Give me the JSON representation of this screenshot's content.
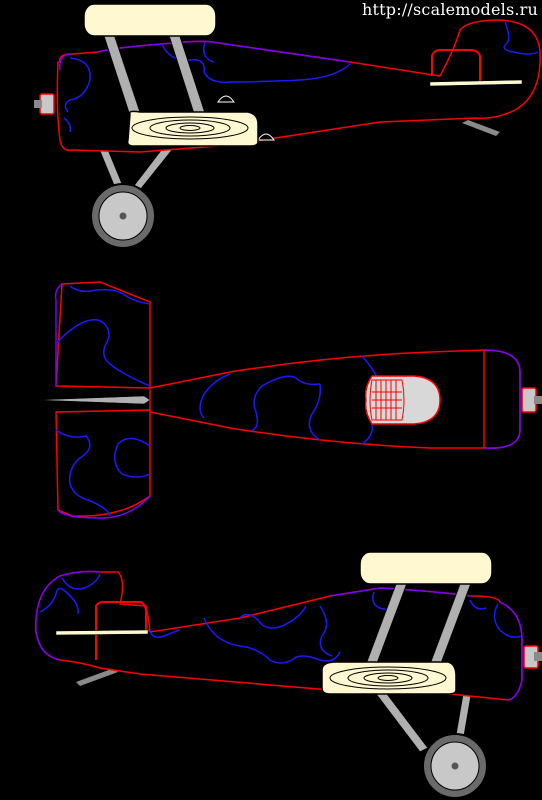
{
  "watermark": "http://scalemodels.ru",
  "colors": {
    "background": "#000000",
    "outline": "#ff0000",
    "camo": "#1a1aff",
    "transition": "#7a00ff",
    "wing": "#fff8d0",
    "strut": "#b0b0b0",
    "tire": "#6a6a6a",
    "hub": "#c8c8c8",
    "cockpit": "#d8d8d8"
  },
  "views": [
    {
      "name": "side-view-left",
      "panels": [
        "upper-wing",
        "lower-wing",
        "fuselage",
        "tail",
        "landing-gear",
        "propeller-hub"
      ]
    },
    {
      "name": "top-view",
      "panels": [
        "tailplane",
        "fuselage",
        "cockpit",
        "propeller-hub",
        "tail-spike"
      ]
    },
    {
      "name": "side-view-right",
      "panels": [
        "upper-wing",
        "lower-wing",
        "fuselage",
        "tail",
        "landing-gear",
        "propeller-hub"
      ]
    }
  ]
}
